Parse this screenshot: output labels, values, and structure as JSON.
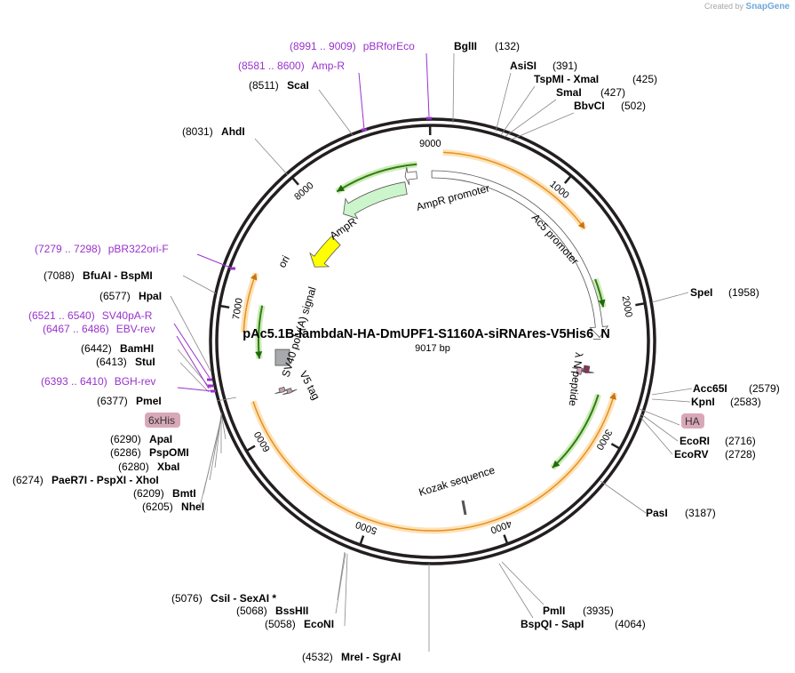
{
  "credit": {
    "prefix": "Created by",
    "brand": "SnapGene"
  },
  "plasmid": {
    "name": "pAc5.1B-lambdaN-HA-DmUPF1-S1160A-siRNAres-V5His6_N",
    "length_label": "9017 bp",
    "length": 9017
  },
  "ticks": [
    "1000",
    "2000",
    "3000",
    "4000",
    "5000",
    "6000",
    "7000",
    "8000",
    "9000"
  ],
  "features": [
    {
      "name": "AmpR promoter",
      "label": "AmpR promoter",
      "type": "promoter",
      "start": 8780,
      "end": 8880,
      "strand": -1,
      "color": "#ffffff"
    },
    {
      "name": "AmpR",
      "label": "AmpR",
      "type": "cds",
      "start": 8140,
      "end": 8770,
      "strand": -1,
      "color": "#ccf5cc"
    },
    {
      "name": "ori",
      "label": "ori",
      "type": "rep",
      "start": 7570,
      "end": 7920,
      "strand": -1,
      "color": "#ffff00"
    },
    {
      "name": "Ac5 promoter",
      "label": "Ac5 promoter",
      "type": "promoter",
      "start": 9010,
      "end": 2220,
      "strand": 1,
      "color": "#ffffff"
    },
    {
      "name": "SV40 poly(A) signal",
      "label": "SV40 poly(A) signal",
      "type": "box",
      "start": 6580,
      "end": 6640,
      "strand": 0,
      "color": "#a7a9ac"
    },
    {
      "name": "V5 tag",
      "label": "V5 tag",
      "type": "tag",
      "start": 6295,
      "end": 6335,
      "strand": -1,
      "color": "#c79fb0"
    },
    {
      "name": "lambda N peptide",
      "label": "λ N peptide",
      "type": "tag",
      "start": 2480,
      "end": 2545,
      "strand": 1,
      "color": "#8b2f5c"
    },
    {
      "name": "Kozak sequence",
      "label": "Kozak sequence",
      "type": "marker",
      "start": 2500,
      "end": 2500,
      "strand": 0,
      "color": "#555555"
    }
  ],
  "orfs": [
    {
      "start": 80,
      "end": 1340,
      "strand": 1,
      "color": "#f5a742"
    },
    {
      "start": 2650,
      "end": 6300,
      "strand": -1,
      "color": "#f5a742"
    },
    {
      "start": 6830,
      "end": 7290,
      "strand": 1,
      "color": "#f5a742"
    }
  ],
  "primers": [
    {
      "start": 8200,
      "end": 8890,
      "strand": -1
    },
    {
      "start": 1730,
      "end": 1970,
      "strand": 1
    },
    {
      "start": 2700,
      "end": 3420,
      "strand": 1
    },
    {
      "start": 6620,
      "end": 7060,
      "strand": -1
    }
  ],
  "labels_right": [
    {
      "name": "BglII",
      "pos": "132"
    },
    {
      "name": "AsiSI",
      "pos": "391"
    },
    {
      "name": "TspMI - XmaI",
      "pos": "425"
    },
    {
      "name": "SmaI",
      "pos": "427"
    },
    {
      "name": "BbvCI",
      "pos": "502"
    },
    {
      "name": "SpeI",
      "pos": "1958"
    },
    {
      "name": "Acc65I",
      "pos": "2579"
    },
    {
      "name": "KpnI",
      "pos": "2583"
    },
    {
      "name": "HA",
      "pos": ""
    },
    {
      "name": "EcoRI",
      "pos": "2716"
    },
    {
      "name": "EcoRV",
      "pos": "2728"
    },
    {
      "name": "PasI",
      "pos": "3187"
    },
    {
      "name": "PmlI",
      "pos": "3935"
    },
    {
      "name": "BspQI - SapI",
      "pos": "4064"
    }
  ],
  "labels_left": [
    {
      "name": "MreI - SgrAI",
      "pos": "(4532)"
    },
    {
      "name": "EcoNI",
      "pos": "(5058)"
    },
    {
      "name": "BssHII",
      "pos": "(5068)"
    },
    {
      "name": "CsiI - SexAI *",
      "pos": "(5076)"
    },
    {
      "name": "NheI",
      "pos": "(6205)"
    },
    {
      "name": "BmtI",
      "pos": "(6209)"
    },
    {
      "name": "PaeR7I - PspXI - XhoI",
      "pos": "(6274)"
    },
    {
      "name": "XbaI",
      "pos": "(6280)"
    },
    {
      "name": "PspOMI",
      "pos": "(6286)"
    },
    {
      "name": "ApaI",
      "pos": "(6290)"
    },
    {
      "name": "6xHis",
      "pos": ""
    },
    {
      "name": "PmeI",
      "pos": "(6377)"
    },
    {
      "name": "StuI",
      "pos": "(6413)"
    },
    {
      "name": "BamHI",
      "pos": "(6442)"
    },
    {
      "name": "HpaI",
      "pos": "(6577)"
    },
    {
      "name": "BfuAI - BspMI",
      "pos": "(7088)"
    },
    {
      "name": "AhdI",
      "pos": "(8031)"
    },
    {
      "name": "ScaI",
      "pos": "(8511)"
    }
  ],
  "primer_labels": [
    {
      "name": "pBRforEco",
      "pos": "(8991 .. 9009)"
    },
    {
      "name": "Amp-R",
      "pos": "(8581 .. 8600)"
    },
    {
      "name": "pBR322ori-F",
      "pos": "(7279 .. 7298)"
    },
    {
      "name": "SV40pA-R",
      "pos": "(6521 .. 6540)"
    },
    {
      "name": "EBV-rev",
      "pos": "(6467 .. 6486)"
    },
    {
      "name": "BGH-rev",
      "pos": "(6393 .. 6410)"
    }
  ],
  "colors": {
    "backbone": "#231f20",
    "primer": "#9932cc",
    "orf": "#f5a742",
    "primer_arrow": "#2e8b1a",
    "tag": "#d8a8b8"
  }
}
